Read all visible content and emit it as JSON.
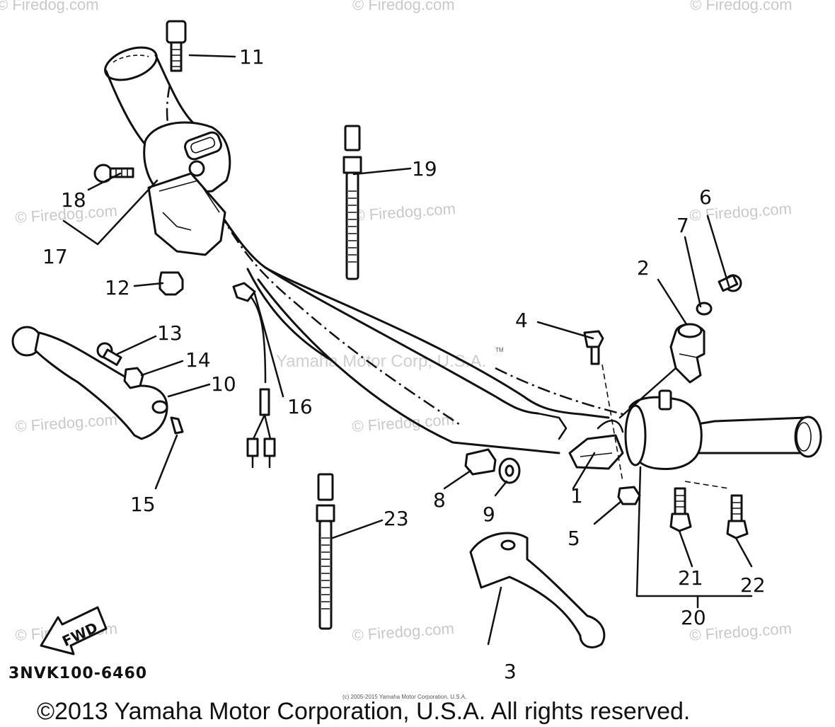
{
  "watermarks": [
    "© Firedog.com",
    "© Firedog.com",
    "© Firedog.com",
    "© Firedog.com",
    "© Firedog.com",
    "© Firedog.com",
    "© Firedog.com",
    "© Firedog.com",
    "© Firedog.com",
    "© Firedog.com",
    "© Firedog.com"
  ],
  "center_watermark": "Yamaha Motor Corp, U.S.A.",
  "tm_mark": "TM",
  "part_numbers": {
    "p1": "1",
    "p2": "2",
    "p3": "3",
    "p4": "4",
    "p5": "5",
    "p6": "6",
    "p7": "7",
    "p8": "8",
    "p9": "9",
    "p10": "10",
    "p11": "11",
    "p12": "12",
    "p13": "13",
    "p14": "14",
    "p15": "15",
    "p16": "16",
    "p17": "17",
    "p18": "18",
    "p19": "19",
    "p20": "20",
    "p21": "21",
    "p22": "22",
    "p23": "23"
  },
  "fwd_label": "FWD",
  "diagram_code": "3NVK100-6460",
  "tiny_copyright": "(c) 2005-2015 Yamaha Motor Corporation, U.S.A.",
  "copyright": "©2013 Yamaha Motor Corporation, U.S.A. All rights reserved."
}
